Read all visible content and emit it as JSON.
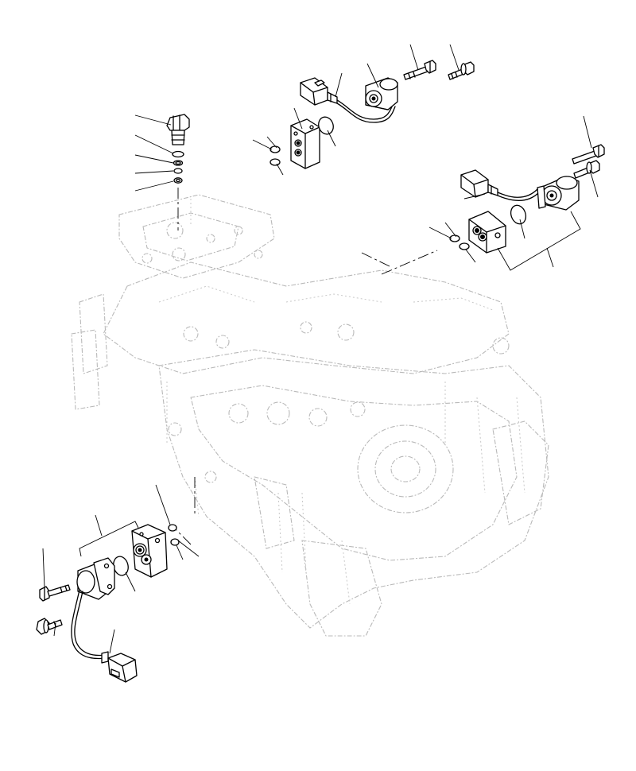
{
  "diagram": {
    "kind": "exploded-parts-view",
    "line_color": "#000000",
    "background_color": "#ffffff",
    "ghost_color": "#b9b9b9",
    "assemblies": [
      {
        "id": "upper",
        "parts": [
          "solenoid-valve",
          "harness-connector",
          "valve-block",
          "o-ring",
          "small-o-rings",
          "flange-bolt",
          "hex-bolt"
        ]
      },
      {
        "id": "right",
        "parts": [
          "solenoid-valve",
          "harness-connector",
          "valve-block",
          "o-ring",
          "small-o-rings",
          "flange-bolt",
          "hex-bolt"
        ]
      },
      {
        "id": "lower",
        "parts": [
          "solenoid-valve",
          "harness-connector",
          "valve-block",
          "o-ring",
          "small-o-rings",
          "flange-bolt",
          "hex-bolt"
        ]
      },
      {
        "id": "top-left",
        "parts": [
          "plug",
          "o-ring-stack"
        ]
      }
    ]
  }
}
